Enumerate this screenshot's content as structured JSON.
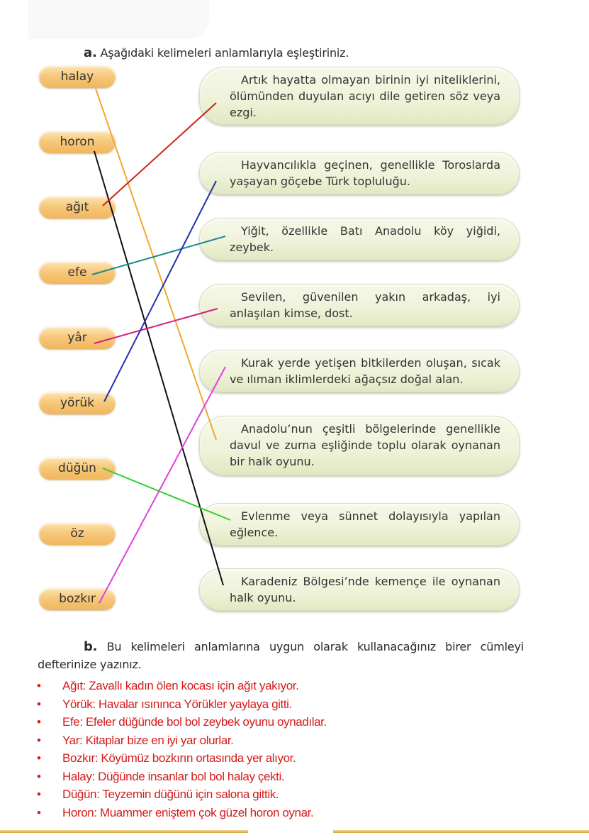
{
  "section_a": {
    "label": "a.",
    "instruction": "Aşağıdaki kelimeleri anlamlarıyla eşleştiriniz."
  },
  "words": [
    "halay",
    "horon",
    "ağıt",
    "efe",
    "yâr",
    "yörük",
    "düğün",
    "öz",
    "bozkır"
  ],
  "definitions": [
    "Artık hayatta olmayan birinin iyi niteliklerini, ölümünden duyulan acıyı dile getiren söz veya ezgi.",
    "Hayvancılıkla geçinen, genellikle Toroslarda yaşayan göçebe Türk topluluğu.",
    "Yiğit, özellikle Batı Anadolu köy yiğidi, zeybek.",
    "Sevilen, güvenilen yakın arkadaş, iyi anlaşılan kimse, dost.",
    "Kurak yerde yetişen bitkilerden oluşan, sıcak ve ılıman iklimlerdeki ağaçsız doğal alan.",
    "Anadolu’nun çeşitli bölgelerinde genellikle davul ve zurna eşliğinde toplu olarak oynanan bir halk oyunu.",
    "Evlenme veya sünnet dolayısıyla yapılan eğlence.",
    "Karadeniz Bölgesi’nde kemençe ile oynanan halk oyunu."
  ],
  "matches": [
    {
      "word": "halay",
      "definition_index": 5,
      "color": "#f0a830"
    },
    {
      "word": "horon",
      "definition_index": 7,
      "color": "#111111"
    },
    {
      "word": "ağıt",
      "definition_index": 0,
      "color": "#d0201a"
    },
    {
      "word": "efe",
      "definition_index": 2,
      "color": "#1a8a8a"
    },
    {
      "word": "yâr",
      "definition_index": 3,
      "color": "#d4207a"
    },
    {
      "word": "yörük",
      "definition_index": 1,
      "color": "#2030b0"
    },
    {
      "word": "düğün",
      "definition_index": 6,
      "color": "#30d030"
    },
    {
      "word": "bozkır",
      "definition_index": 4,
      "color": "#e040e0"
    }
  ],
  "section_b": {
    "label": "b.",
    "instruction": "Bu kelimeleri anlamlarına uygun olarak kullanacağınız birer cümleyi defterinize yazınız."
  },
  "answers": [
    "Ağıt: Zavallı kadın ölen kocası için ağıt yakıyor.",
    "Yörük: Havalar ısınınca Yörükler yaylaya gitti.",
    "Efe: Efeler düğünde bol bol zeybek oyunu oynadılar.",
    "Yar: Kitaplar bize en iyi yar olurlar.",
    "Bozkır: Köyümüz bozkırın ortasında yer alıyor.",
    "Halay: Düğünde insanlar bol bol halay çekti.",
    "Düğün: Teyzemin düğünü için salona gittik.",
    "Horon: Muammer eniştem çok güzel horon oynar."
  ],
  "bullet": "•",
  "colors": {
    "answer_text": "#d41c1c",
    "word_pill": "#f7c97d",
    "definition_box": "#eef2d8"
  }
}
